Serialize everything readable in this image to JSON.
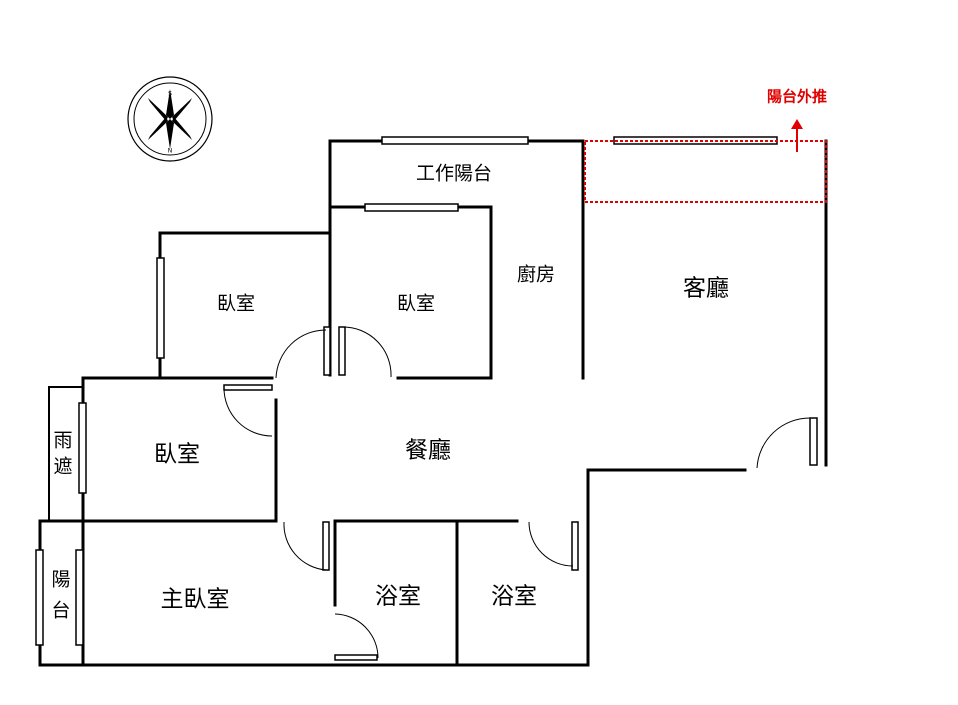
{
  "colors": {
    "wall": "#000000",
    "annotation": "#e00000"
  },
  "compass": {
    "icon": "compass-rose-icon",
    "north_letter": "N",
    "south_letter": "S"
  },
  "rooms": {
    "work_balcony": "工作陽台",
    "kitchen": "廚房",
    "living_room": "客廳",
    "bedroom_west": "臥室",
    "bedroom_center": "臥室",
    "bedroom_left": "臥室",
    "dining_room": "餐廳",
    "master_bedroom": "主臥室",
    "bathroom_1": "浴室",
    "bathroom_2": "浴室",
    "rain_shelter_char1": "雨",
    "rain_shelter_char2": "遮",
    "balcony_char1": "陽",
    "balcony_char2": "台"
  },
  "annotation": {
    "balcony_push_out": "陽台外推"
  }
}
